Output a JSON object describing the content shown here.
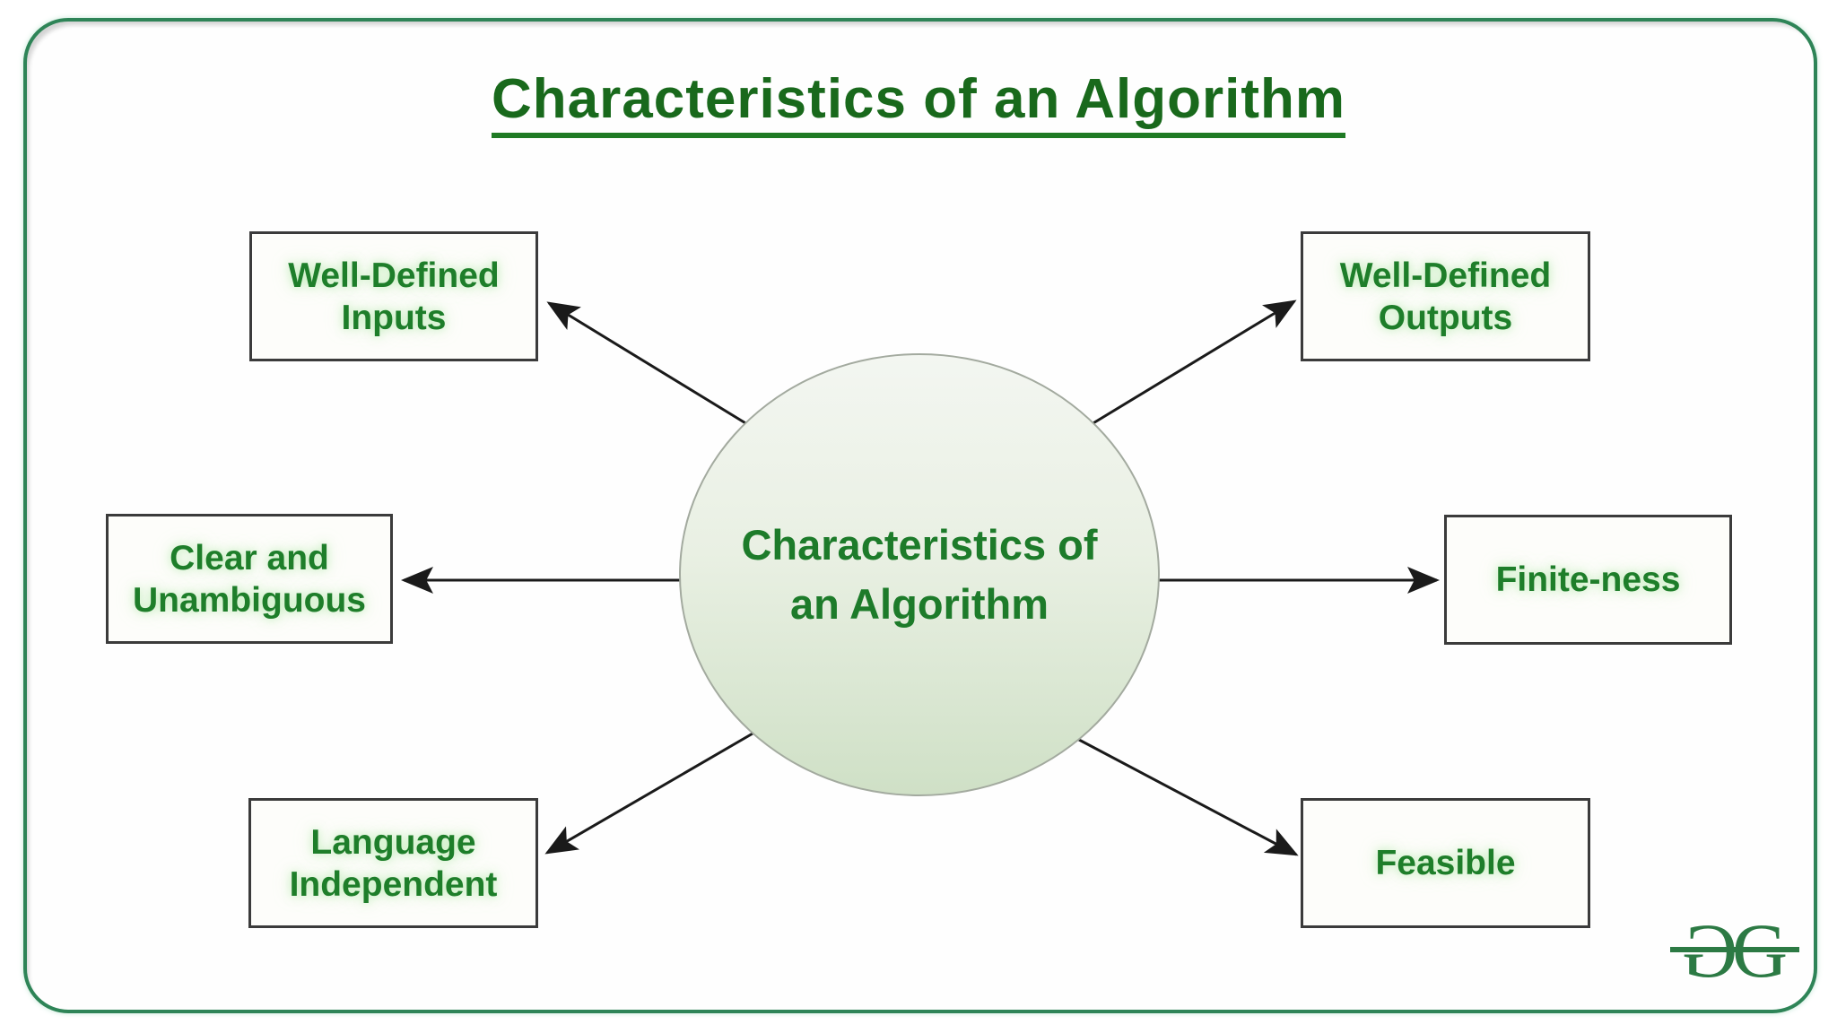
{
  "header": {
    "title": "Characteristics of an Algorithm"
  },
  "center_node": {
    "lines": [
      "Characteristics of",
      "an Algorithm"
    ]
  },
  "nodes": [
    {
      "id": "well-defined-inputs",
      "lines": [
        "Well-Defined",
        "Inputs"
      ]
    },
    {
      "id": "well-defined-outputs",
      "lines": [
        "Well-Defined",
        "Outputs"
      ]
    },
    {
      "id": "clear-and-unambiguous",
      "lines": [
        "Clear and",
        "Unambiguous"
      ]
    },
    {
      "id": "finite-ness",
      "lines": [
        "Finite-ness"
      ]
    },
    {
      "id": "language-independent",
      "lines": [
        "Language",
        "Independent"
      ]
    },
    {
      "id": "feasible",
      "lines": [
        "Feasible"
      ]
    }
  ],
  "logo": {
    "letters": [
      "G",
      "G"
    ]
  },
  "colors": {
    "frame_green": "#2e8457",
    "title_green": "#19691c",
    "label_green": "#1e7e2a",
    "box_border_gray": "#3b3b3b",
    "arrow_black": "#1a1a1a",
    "circle_fill_top": "#f3f6f1",
    "circle_fill_bottom": "#cfe0c6",
    "circle_border_gray": "#a3aa9f",
    "logo_green": "#2c7a44"
  }
}
